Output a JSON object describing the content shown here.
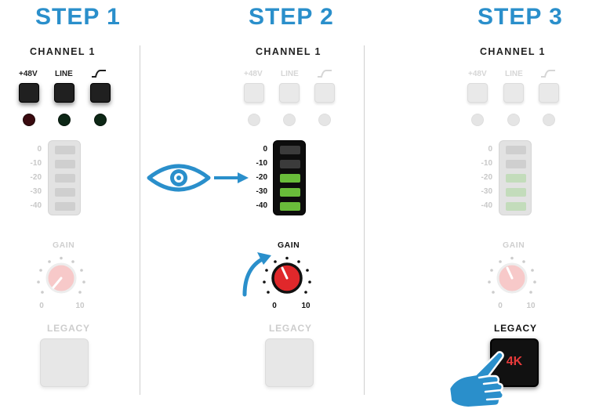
{
  "steps": [
    {
      "title": "STEP 1",
      "channel": "CHANNEL 1",
      "buttons": [
        "+48V",
        "LINE",
        "air"
      ],
      "meter_labels": [
        "0",
        "-10",
        "-20",
        "-30",
        "-40"
      ],
      "meter_lit": [],
      "gain_label": "GAIN",
      "gain_min": "0",
      "gain_max": "10",
      "legacy_label": "LEGACY",
      "legacy_button": ""
    },
    {
      "title": "STEP 2",
      "channel": "CHANNEL 1",
      "buttons": [
        "+48V",
        "LINE",
        "air"
      ],
      "meter_labels": [
        "0",
        "-10",
        "-20",
        "-30",
        "-40"
      ],
      "meter_lit": [
        "-20",
        "-30",
        "-40"
      ],
      "gain_label": "GAIN",
      "gain_min": "0",
      "gain_max": "10",
      "legacy_label": "LEGACY",
      "legacy_button": ""
    },
    {
      "title": "STEP 3",
      "channel": "CHANNEL 1",
      "buttons": [
        "+48V",
        "LINE",
        "air"
      ],
      "meter_labels": [
        "0",
        "-10",
        "-20",
        "-30",
        "-40"
      ],
      "meter_lit": [
        "-20",
        "-30",
        "-40"
      ],
      "gain_label": "GAIN",
      "gain_min": "0",
      "gain_max": "10",
      "legacy_label": "LEGACY",
      "legacy_button": "4K"
    }
  ],
  "icons": {
    "look": "eye-icon",
    "arrow": "arrow-right-icon",
    "turn": "curved-arrow-icon",
    "press": "pointing-hand-icon",
    "air": "air-curve-icon"
  },
  "colors": {
    "title_blue": "#2a8fcb",
    "meter_green": "#69bc3a",
    "knob_red": "#e0282b",
    "led_red": "#3a0b10",
    "led_green": "#0d2716"
  }
}
